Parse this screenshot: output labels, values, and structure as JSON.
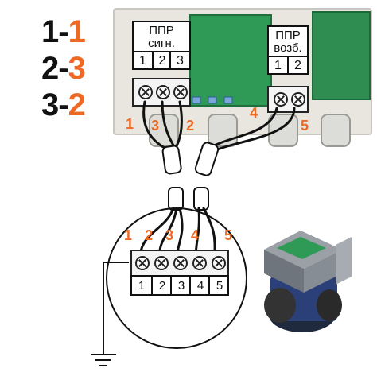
{
  "mapping": [
    {
      "left": "1",
      "right": "1"
    },
    {
      "left": "2",
      "right": "3"
    },
    {
      "left": "3",
      "right": "2"
    }
  ],
  "colors": {
    "accent": "#ee6a24",
    "text": "#111111"
  },
  "board": {
    "sign_label_line1": "ППР",
    "sign_label_line2": "сигн.",
    "sign_terminals": [
      "1",
      "2",
      "3"
    ],
    "exc_label_line1": "ППР",
    "exc_label_line2": "возб.",
    "exc_terminals": [
      "1",
      "2"
    ],
    "wire_numbers": [
      "1",
      "3",
      "2",
      "4",
      "5"
    ]
  },
  "sensor": {
    "wire_numbers": [
      "1",
      "2",
      "3",
      "4",
      "5"
    ],
    "terminals": [
      "1",
      "2",
      "3",
      "4",
      "5"
    ]
  },
  "icons": [
    "ground-icon",
    "flowmeter-photo-icon"
  ]
}
